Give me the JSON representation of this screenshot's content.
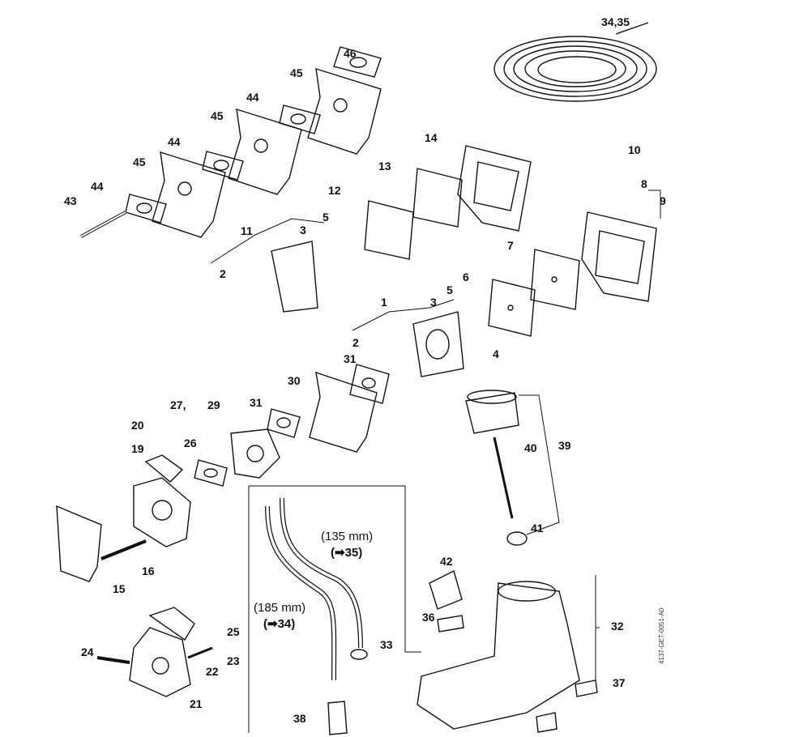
{
  "diagram": {
    "drawing_number": "4137-GET-0051-A0",
    "callouts": [
      "34,35",
      "46",
      "45",
      "44",
      "45",
      "14",
      "44",
      "10",
      "45",
      "13",
      "8",
      "44",
      "12",
      "9",
      "43",
      "5",
      "3",
      "11",
      "7",
      "2",
      "6",
      "5",
      "1",
      "3",
      "4",
      "2",
      "31",
      "30",
      "27,",
      "29",
      "31",
      "20",
      "26",
      "19",
      "40",
      "39",
      "41",
      "42",
      "16",
      "15",
      "36",
      "32",
      "25",
      "33",
      "24",
      "23",
      "22",
      "37",
      "21",
      "38"
    ],
    "hose_notes": {
      "short_length": "(135 mm)",
      "short_ref": "(➡35)",
      "long_length": "(185 mm)",
      "long_ref": "(➡34)"
    },
    "colors": {
      "line": "#111111",
      "background": "#ffffff"
    }
  }
}
